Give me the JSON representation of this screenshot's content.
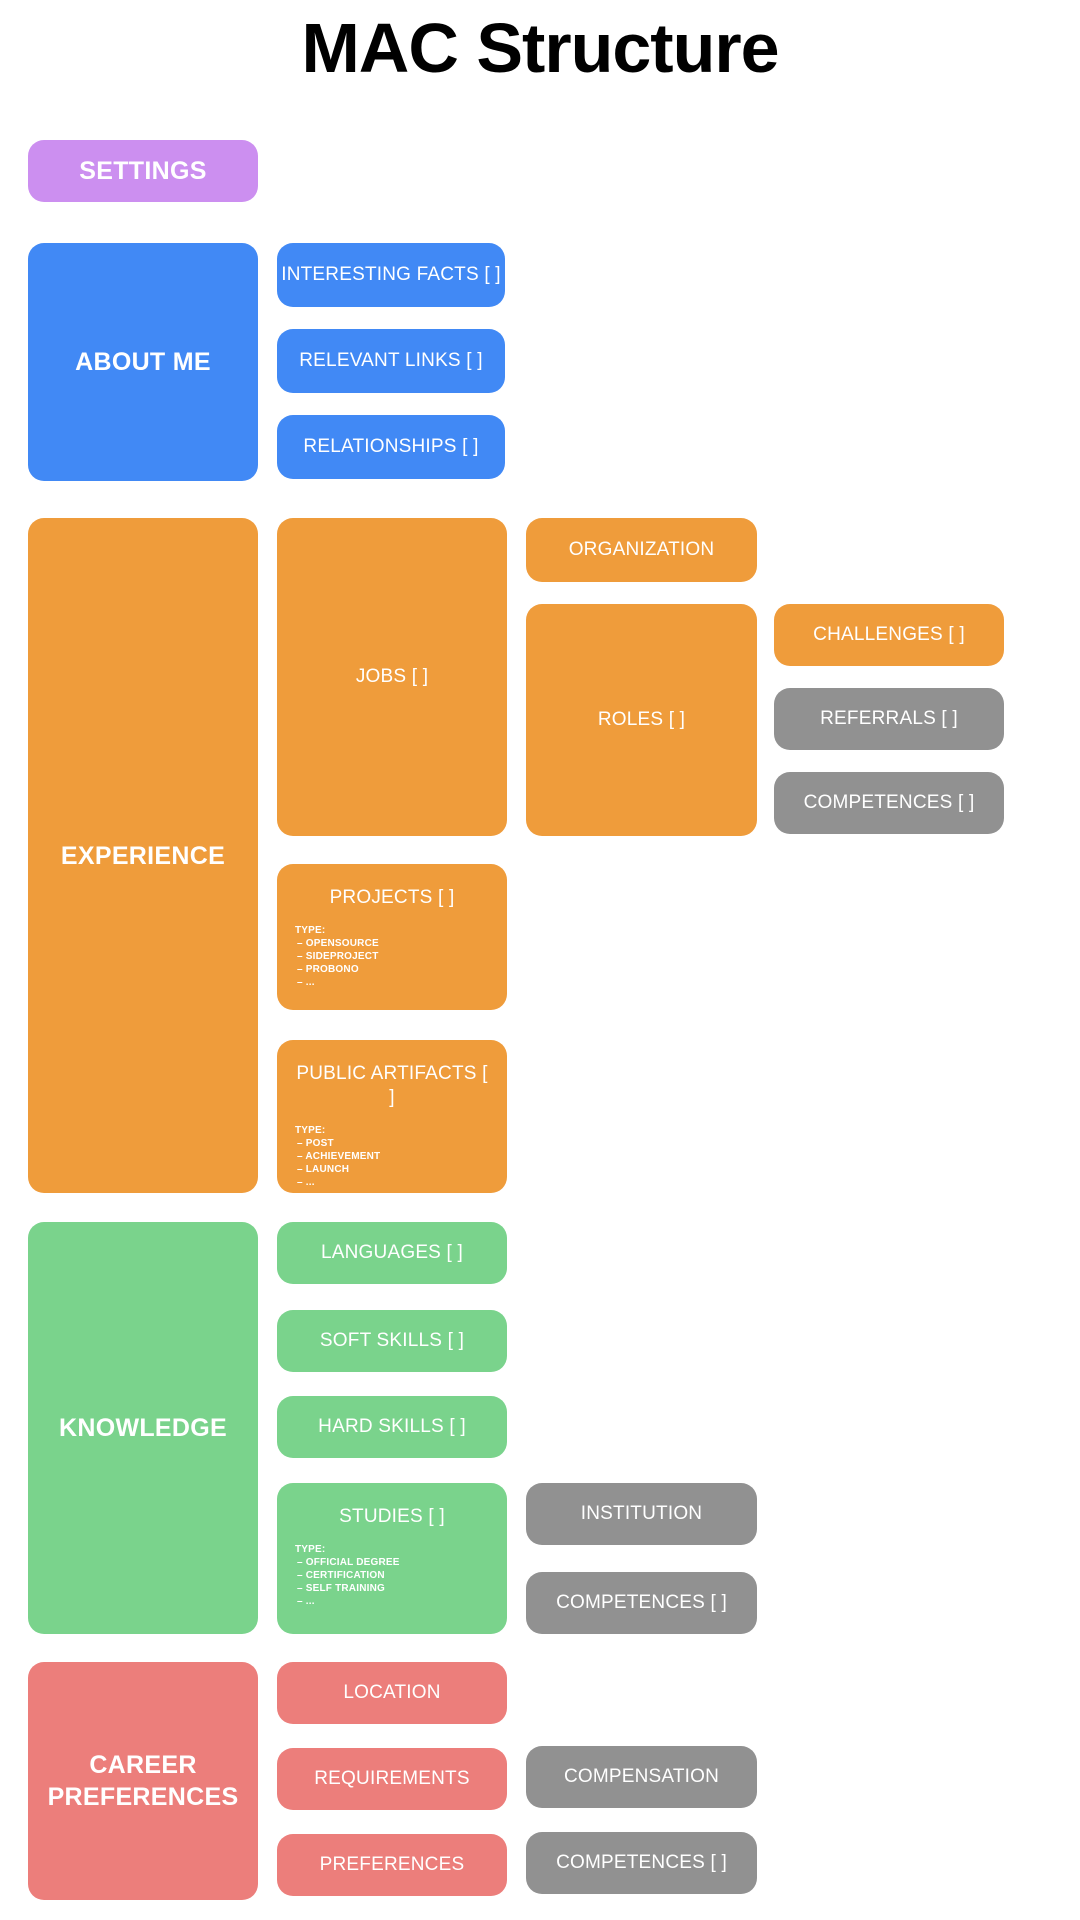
{
  "page": {
    "title": "MAC Structure",
    "background": "#ffffff"
  },
  "colors": {
    "settings": "#cc8ff0",
    "about_me": "#4189f5",
    "experience": "#ef9c3b",
    "knowledge": "#7ad38c",
    "career_preferences": "#ec7e7b",
    "shared_entity": "#919191",
    "text": "#ffffff",
    "title_text": "#000000"
  },
  "type_label": "TYPE:",
  "sections": {
    "settings": {
      "label": "SETTINGS"
    },
    "about_me": {
      "label": "ABOUT ME",
      "children": [
        {
          "label": "INTERESTING FACTS [ ]"
        },
        {
          "label": "RELEVANT LINKS [ ]"
        },
        {
          "label": "RELATIONSHIPS [ ]"
        }
      ]
    },
    "experience": {
      "label": "EXPERIENCE",
      "jobs": {
        "label": "JOBS [ ]"
      },
      "organization": {
        "label": "ORGANIZATION"
      },
      "roles": {
        "label": "ROLES [ ]"
      },
      "challenges": {
        "label": "CHALLENGES [ ]"
      },
      "referrals": {
        "label": "REFERRALS [ ]"
      },
      "competences": {
        "label": "COMPETENCES [ ]"
      },
      "projects": {
        "label": "PROJECTS [ ]",
        "type_label": "TYPE:",
        "types": [
          "OPENSOURCE",
          "SIDEPROJECT",
          "PROBONO",
          "..."
        ]
      },
      "public_artifacts": {
        "label": "PUBLIC ARTIFACTS [ ]",
        "type_label": "TYPE:",
        "types": [
          "POST",
          "ACHIEVEMENT",
          "LAUNCH",
          "..."
        ]
      }
    },
    "knowledge": {
      "label": "KNOWLEDGE",
      "languages": {
        "label": "LANGUAGES [ ]"
      },
      "soft_skills": {
        "label": "SOFT SKILLS [ ]"
      },
      "hard_skills": {
        "label": "HARD SKILLS [ ]"
      },
      "studies": {
        "label": "STUDIES [ ]",
        "type_label": "TYPE:",
        "types": [
          "OFFICIAL DEGREE",
          "CERTIFICATION",
          "SELF TRAINING",
          "..."
        ]
      },
      "institution": {
        "label": "INSTITUTION"
      },
      "competences": {
        "label": "COMPETENCES [ ]"
      }
    },
    "career_preferences": {
      "label": "CAREER\nPREFERENCES",
      "location": {
        "label": "LOCATION"
      },
      "requirements": {
        "label": "REQUIREMENTS"
      },
      "preferences": {
        "label": "PREFERENCES"
      },
      "compensation": {
        "label": "COMPENSATION"
      },
      "competences": {
        "label": "COMPETENCES [ ]"
      }
    }
  }
}
